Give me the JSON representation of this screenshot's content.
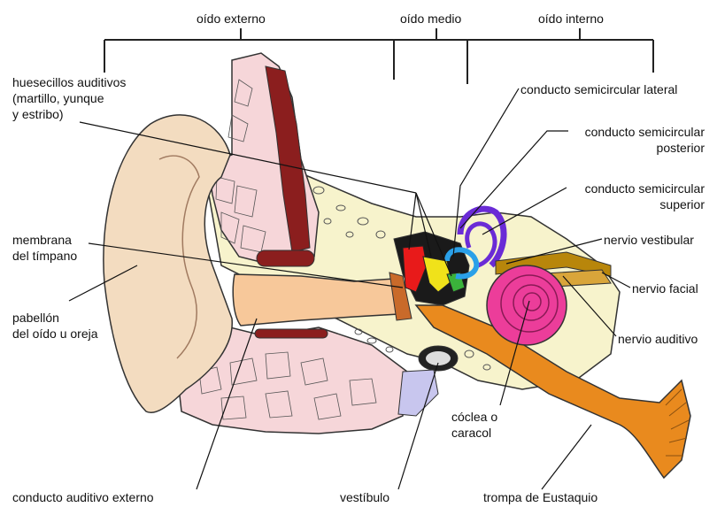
{
  "sections": {
    "outer": "oído externo",
    "middle": "oído medio",
    "inner": "oído interno"
  },
  "labels": {
    "ossicles": [
      "huesecillos auditivos",
      "(martillo, yunque",
      "y estribo)"
    ],
    "eardrum": [
      "membrana",
      "del tímpano"
    ],
    "pinna": [
      "pabellón",
      "del oído u oreja"
    ],
    "ear_canal": "conducto auditivo externo",
    "vestibule": "vestíbulo",
    "cochlea": [
      "cóclea o",
      "caracol"
    ],
    "eustachian": "trompa de Eustaquio",
    "lateral_canal": "conducto semicircular lateral",
    "posterior_canal": [
      "conducto semicircular",
      "posterior"
    ],
    "superior_canal": [
      "conducto semicircular",
      "superior"
    ],
    "vestibular_nerve": "nervio vestibular",
    "facial_nerve": "nervio facial",
    "auditory_nerve": "nervio auditivo"
  },
  "colors": {
    "skin": "#f3dcc0",
    "canal": "#f7c89a",
    "bone": "#f7f3cc",
    "tissue": "#f6d6d9",
    "muscle": "#8b1e1e",
    "eustachian": "#e98a1e",
    "cochlea": "#ec3d9a",
    "canal_purple": "#6a2bd6",
    "canal_blue": "#2aa0e8",
    "stapes": "#f0e21a",
    "incus": "#3bb33b",
    "malleus": "#e81a1a",
    "nerve": "#b8860b"
  }
}
